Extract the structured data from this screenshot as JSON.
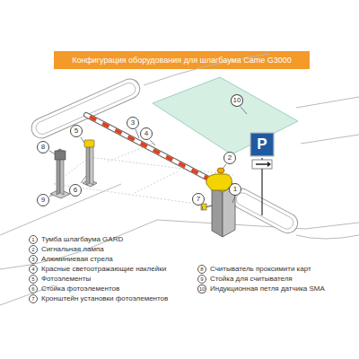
{
  "diagram": {
    "title": "Конфигурация оборудования для шлагбаума Came G3000",
    "labels": [
      "1",
      "2",
      "3",
      "4",
      "5",
      "6",
      "7",
      "8",
      "9",
      "10",
      "P",
      "1",
      "Тумба шлагбаума GARD",
      "2",
      "Сигнальная лампа",
      "3",
      "Алюминиевая стрела",
      "4",
      "Красные светоотражающие наклейки",
      "5",
      "Фотоэлементы",
      "6",
      "Стойка фотоэлементов",
      "7",
      "Кронштейн установки фотоэлементов",
      "8",
      "Считыватель проксимити карт",
      "9",
      "Стойка для считывателя",
      "10",
      "Индукционная петля датчика SMA"
    ]
  }
}
